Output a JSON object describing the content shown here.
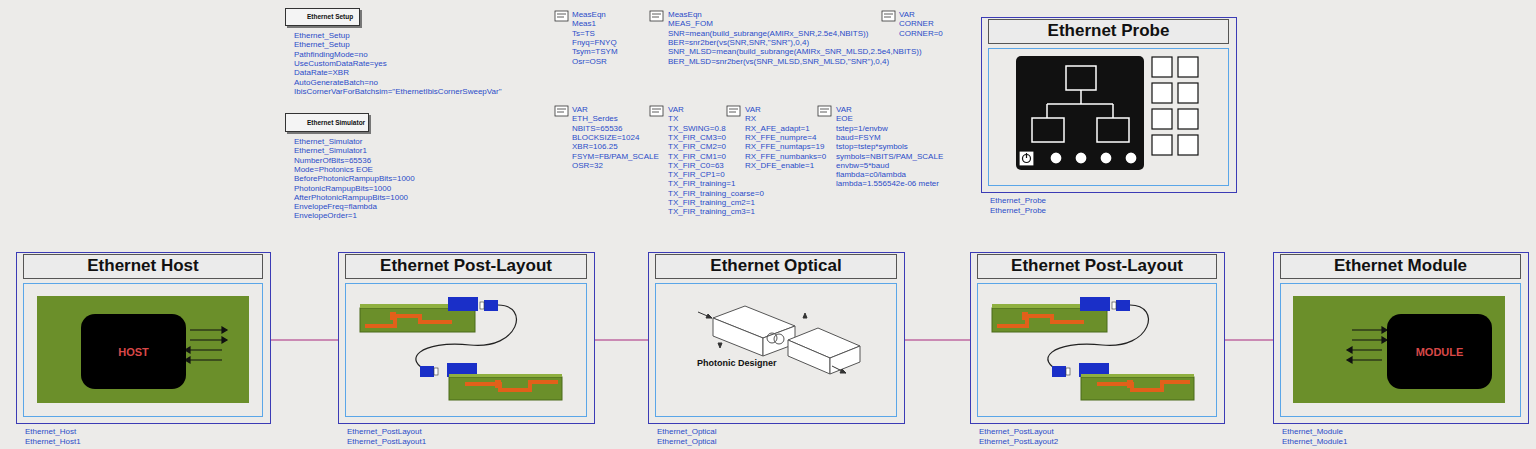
{
  "diagram": {
    "nodes": [
      {
        "text": [
          "Ethernet Setup",
          "Ethernet_Setup",
          "Ethernet_Setup",
          "PathfindingMode=no",
          "UseCustomDataRate=yes",
          "DataRate=XBR",
          "AutoGenerateBatch=no",
          "IbisCornerVarForBatchsim=\"EthernetIbisCornerSweepVar\""
        ]
      },
      {
        "text": [
          "Ethernet Simulator",
          "Ethernet_Simulator",
          "Ethernet_Simulator1",
          "NumberOfBits=65536",
          "Mode=Photonics EOE",
          "BeforePhotonicRampupBits=1000",
          "PhotonicRampupBits=1000",
          "AfterPhotonicRampupBits=1000",
          "EnvelopeFreq=flambda",
          "EnvelopeOrder=1"
        ]
      },
      {
        "text": [
          "Ethernet Probe",
          "Ethernet_Probe",
          "Ethernet_Probe"
        ]
      },
      {
        "text": [
          "Ethernet Host",
          "Ethernet_Host",
          "Ethernet_Host1"
        ]
      },
      {
        "text": [
          "HOST"
        ],
        "in": 3
      },
      {
        "text": [
          "Ethernet Post-Layout",
          "Ethernet_PostLayout",
          "Ethernet_PostLayout1"
        ]
      },
      {
        "text": [
          "Ethernet Optical",
          "Ethernet_Optical",
          "Ethernet_Optical"
        ]
      },
      {
        "text": [
          "Ethernet Post-Layout",
          "Ethernet_PostLayout",
          "Ethernet_PostLayout2"
        ]
      },
      {
        "text": [
          "Ethernet Module",
          "Ethernet_Module",
          "Ethernet_Module1"
        ]
      },
      {
        "text": [
          "MODULE"
        ],
        "in": 8
      }
    ],
    "edges": [
      {
        "from": 3,
        "to": 5,
        "arrow": "none"
      },
      {
        "from": 5,
        "to": 6,
        "arrow": "none"
      },
      {
        "from": 6,
        "to": 7,
        "arrow": "none"
      },
      {
        "from": 7,
        "to": 8,
        "arrow": "none"
      }
    ],
    "labels": [
      "MeasEqn",
      "Meas1",
      "Ts=TS",
      "Fnyq=FNYQ",
      "Tsym=TSYM",
      "Osr=OSR",
      "MeasEqn",
      "MEAS_FOM",
      "SNR=mean(build_subrange(AMIRx_SNR,2.5e4,NBITS))",
      "BER=snr2ber(vs(SNR,SNR,\"SNR\"),0,4)",
      "SNR_MLSD=mean(build_subrange(AMIRx_SNR_MLSD,2.5e4,NBITS))",
      "BER_MLSD=snr2ber(vs(SNR_MLSD,SNR_MLSD,\"SNR\"),0,4)",
      "VAR",
      "CORNER",
      "CORNER=0",
      "VAR",
      "ETH_Serdes",
      "NBITS=65536",
      "BLOCKSIZE=1024",
      "XBR=106.25",
      "FSYM=FB/PAM_SCALE",
      "OSR=32",
      "VAR",
      "TX",
      "TX_SWING=0.8",
      "TX_FIR_CM3=0",
      "TX_FIR_CM2=0",
      "TX_FIR_CM1=0",
      "TX_FIR_C0=63",
      "TX_FIR_CP1=0",
      "TX_FIR_training=1",
      "TX_FIR_training_coarse=0",
      "TX_FIR_training_cm2=1",
      "TX_FIR_training_cm3=1",
      "VAR",
      "RX",
      "RX_AFE_adapt=1",
      "RX_FFE_numpre=4",
      "RX_FFE_numtaps=19",
      "RX_FFE_numbanks=0",
      "RX_DFE_enable=1",
      "VAR",
      "EOE",
      "tstep=1/envbw",
      "baud=FSYM",
      "tstop=tstep*symbols",
      "symbols=NBITS/PAM_SCALE",
      "envbw=5*baud",
      "flambda=c0/lambda",
      "lambda=1.556542e-06 meter",
      "Photonic Designer"
    ]
  }
}
